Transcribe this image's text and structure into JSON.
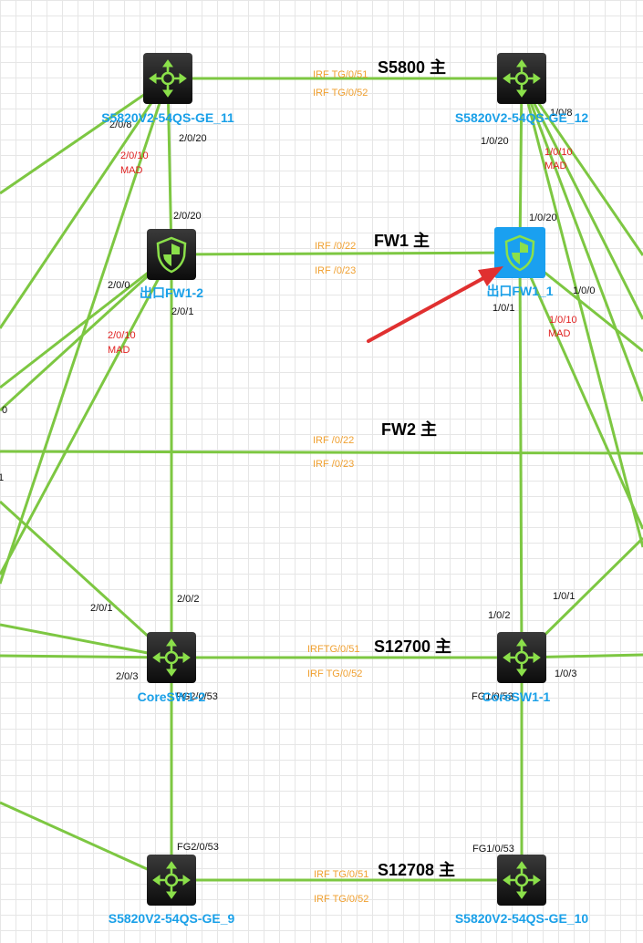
{
  "colors": {
    "link": "#7dc742",
    "device_label": "#1aa0e8",
    "irf_port": "#f0a030",
    "mad": "#e02020",
    "port": "#111111",
    "device_bg": "#1a1a1a",
    "device_icon": "#8be04a",
    "selected_bg": "#1aa0f0",
    "arrow": "#e03030"
  },
  "groups": [
    {
      "id": "g-s5800",
      "label": "S5800 主",
      "irf_ports": [
        "IRF TG/0/51",
        "IRF TG/0/52"
      ]
    },
    {
      "id": "g-fw1",
      "label": "FW1 主",
      "irf_ports": [
        "IRF /0/22",
        "IRF /0/23"
      ]
    },
    {
      "id": "g-fw2",
      "label": "FW2 主",
      "irf_ports": [
        "IRF /0/22",
        "IRF /0/23"
      ]
    },
    {
      "id": "g-s12700",
      "label": "S12700 主",
      "irf_ports": [
        "IRFTG/0/51",
        "IRF TG/0/52"
      ]
    },
    {
      "id": "g-s12708",
      "label": "S12708 主",
      "irf_ports": [
        "IRF TG/0/51",
        "IRF TG/0/52"
      ]
    }
  ],
  "devices": [
    {
      "id": "sw11",
      "kind": "switch",
      "label": "S5820V2-54QS-GE_11",
      "selected": false
    },
    {
      "id": "sw12",
      "kind": "switch",
      "label": "S5820V2-54QS-GE_12",
      "selected": false
    },
    {
      "id": "fw2",
      "kind": "firewall",
      "label": "出口FW1-2",
      "selected": false
    },
    {
      "id": "fw1",
      "kind": "firewall",
      "label": "出口FW1_1",
      "selected": true
    },
    {
      "id": "core2",
      "kind": "switch",
      "label": "CoreSW1-2",
      "selected": false
    },
    {
      "id": "core1",
      "kind": "switch",
      "label": "CoreSW1-1",
      "selected": false
    },
    {
      "id": "sw9",
      "kind": "switch",
      "label": "S5820V2-54QS-GE_9",
      "selected": false
    },
    {
      "id": "sw10",
      "kind": "switch",
      "label": "S5820V2-54QS-GE_10",
      "selected": false
    }
  ],
  "ports": [
    {
      "text": "2/0/8",
      "type": "port"
    },
    {
      "text": "2/0/20",
      "type": "port"
    },
    {
      "text": "2/0/10",
      "type": "mad"
    },
    {
      "text": "MAD",
      "type": "mad"
    },
    {
      "text": "1/0/8",
      "type": "port"
    },
    {
      "text": "1/0/20",
      "type": "port"
    },
    {
      "text": "1/0/10",
      "type": "mad"
    },
    {
      "text": "MAD",
      "type": "mad"
    },
    {
      "text": "2/0/20",
      "type": "port"
    },
    {
      "text": "2/0/0",
      "type": "port"
    },
    {
      "text": "2/0/1",
      "type": "port"
    },
    {
      "text": "2/0/10",
      "type": "mad"
    },
    {
      "text": "MAD",
      "type": "mad"
    },
    {
      "text": "1/0/20",
      "type": "port"
    },
    {
      "text": "1/0/0",
      "type": "port"
    },
    {
      "text": "1/0/1",
      "type": "port"
    },
    {
      "text": "1/0/10",
      "type": "mad"
    },
    {
      "text": "MAD",
      "type": "mad"
    },
    {
      "text": "0",
      "type": "port"
    },
    {
      "text": "1",
      "type": "port"
    },
    {
      "text": "2/0/2",
      "type": "port"
    },
    {
      "text": "2/0/1",
      "type": "port"
    },
    {
      "text": "2/0/3",
      "type": "port"
    },
    {
      "text": "FG2/0/53",
      "type": "port"
    },
    {
      "text": "1/0/2",
      "type": "port"
    },
    {
      "text": "1/0/1",
      "type": "port"
    },
    {
      "text": "1/0/3",
      "type": "port"
    },
    {
      "text": "FG1/0/53",
      "type": "port"
    },
    {
      "text": "FG2/0/53",
      "type": "port"
    },
    {
      "text": "FG1/0/53",
      "type": "port"
    }
  ]
}
